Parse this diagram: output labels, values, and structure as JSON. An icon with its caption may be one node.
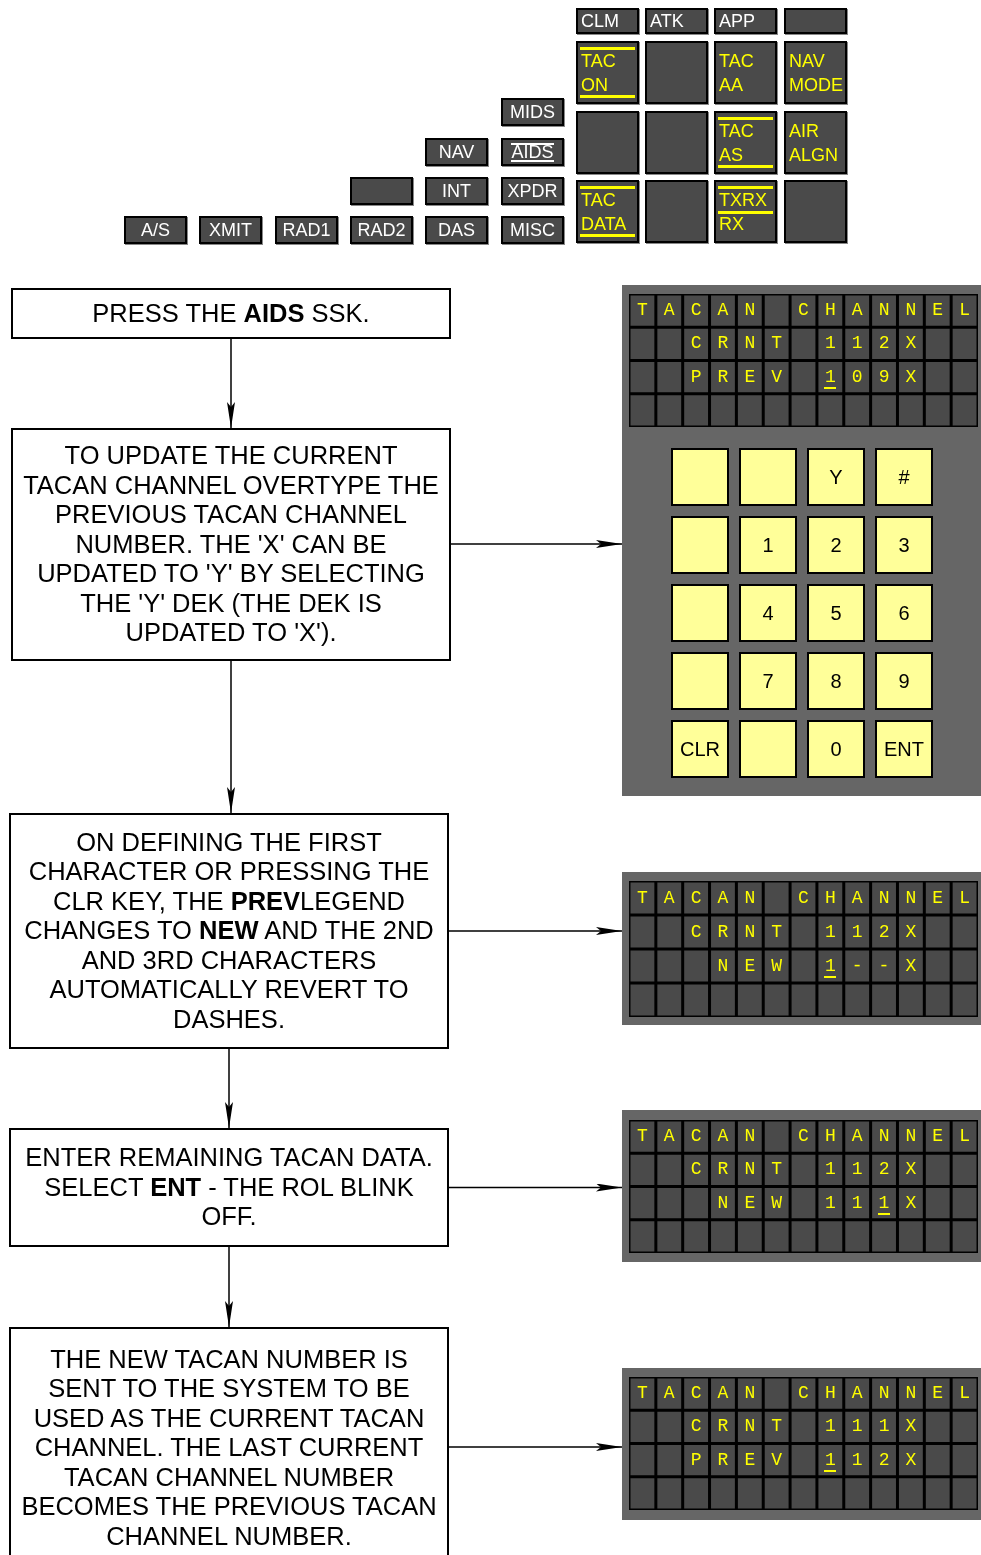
{
  "diagram": {
    "nodes": [
      {
        "text": [
          "CLM"
        ]
      },
      {
        "text": [
          "ATK"
        ]
      },
      {
        "text": [
          "APP"
        ]
      },
      {
        "text": [],
        "shape": "box"
      },
      {
        "text": [
          "TAC ON"
        ]
      },
      {
        "text": [],
        "shape": "box"
      },
      {
        "text": [
          "TAC AA"
        ]
      },
      {
        "text": [
          "NAV MODE"
        ]
      },
      {
        "text": [
          "MIDS"
        ]
      },
      {
        "text": [],
        "shape": "box"
      },
      {
        "text": [],
        "shape": "box"
      },
      {
        "text": [
          "TAC AS"
        ]
      },
      {
        "text": [
          "AIR ALGN"
        ]
      },
      {
        "text": [
          "NAV"
        ]
      },
      {
        "text": [
          "AIDS"
        ]
      },
      {
        "text": [],
        "shape": "box"
      },
      {
        "text": [
          "INT"
        ]
      },
      {
        "text": [
          "XPDR"
        ]
      },
      {
        "text": [
          "TAC DATA"
        ]
      },
      {
        "text": [],
        "shape": "box"
      },
      {
        "text": [
          "TXRX",
          "RX"
        ]
      },
      {
        "text": [],
        "shape": "box"
      },
      {
        "text": [
          "A/S"
        ]
      },
      {
        "text": [
          "XMIT"
        ]
      },
      {
        "text": [
          "RAD1"
        ]
      },
      {
        "text": [
          "RAD2"
        ]
      },
      {
        "text": [
          "DAS"
        ]
      },
      {
        "text": [
          "MISC"
        ]
      },
      {
        "text": [
          "PRESS THE **AIDS** SSK."
        ]
      },
      {
        "text": [
          "T A C A N C H A N N E L",
          "C R N T 1 1 2 X",
          "P R E V 1 0 9 X"
        ]
      },
      {
        "text": [],
        "shape": "box",
        "in": 29
      },
      {
        "text": [],
        "shape": "box",
        "in": 29
      },
      {
        "text": [
          "Y"
        ],
        "in": 29
      },
      {
        "text": [
          "#"
        ],
        "in": 29
      },
      {
        "text": [],
        "shape": "box",
        "in": 29
      },
      {
        "text": [
          "1"
        ],
        "in": 29
      },
      {
        "text": [
          "2"
        ],
        "in": 29
      },
      {
        "text": [
          "3"
        ],
        "in": 29
      },
      {
        "text": [],
        "shape": "box",
        "in": 29
      },
      {
        "text": [
          "4"
        ],
        "in": 29
      },
      {
        "text": [
          "5"
        ],
        "in": 29
      },
      {
        "text": [
          "6"
        ],
        "in": 29
      },
      {
        "text": [],
        "shape": "box",
        "in": 29
      },
      {
        "text": [
          "7"
        ],
        "in": 29
      },
      {
        "text": [
          "8"
        ],
        "in": 29
      },
      {
        "text": [
          "9"
        ],
        "in": 29
      },
      {
        "text": [
          "CLR"
        ],
        "in": 29
      },
      {
        "text": [],
        "shape": "box",
        "in": 29
      },
      {
        "text": [
          "0"
        ],
        "in": 29
      },
      {
        "text": [
          "ENT"
        ],
        "in": 29
      },
      {
        "text": [
          "TO UPDATE THE CURRENT TACAN CHANNEL OVERTYPE THE PREVIOUS TACAN CHANNEL NUMBER. THE 'X' CAN BE UPDATED TO 'Y' BY SELECTING THE 'Y' DEK (THE DEK IS UPDATED  TO 'X')."
        ]
      },
      {
        "text": [
          "ON DEFINING THE FIRST CHARACTER OR PRESSING THE CLR KEY, THE **PREV**LEGEND CHANGES TO **NEW** AND THE 2ND AND 3RD CHARACTERS AUTOMATICALLY REVERT TO DASHES."
        ]
      },
      {
        "text": [
          "T A C A N C H A N N E L",
          "C R N T 1 1 2 X",
          "N E W 1 - - X"
        ]
      },
      {
        "text": [
          "ENTER REMAINING TACAN DATA. SELECT **ENT**  - THE ROL BLINK OFF."
        ]
      },
      {
        "text": [
          "T A C A N C H A N N E L",
          "C R N T 1 1 2 X",
          "N E W 1 1 1 X"
        ]
      },
      {
        "text": [
          "THE NEW TACAN NUMBER IS SENT TO THE SYSTEM TO BE USED AS THE CURRENT TACAN CHANNEL. THE LAST CURRENT TACAN CHANNEL NUMBER BECOMES THE PREVIOUS TACAN CHANNEL NUMBER."
        ]
      },
      {
        "text": [
          "T A C A N C H A N N E L",
          "C R N T 1 1 1 X",
          "P R E V 1 1 2 X"
        ]
      }
    ],
    "edges": [
      {
        "from": 28,
        "to": 50,
        "arrow": "to"
      },
      {
        "from": 50,
        "to": 29,
        "arrow": "to"
      },
      {
        "from": 50,
        "to": 51,
        "arrow": "to"
      },
      {
        "from": 51,
        "to": 52,
        "arrow": "to"
      },
      {
        "from": 51,
        "to": 53,
        "arrow": "to"
      },
      {
        "from": 53,
        "to": 54,
        "arrow": "to"
      },
      {
        "from": 53,
        "to": 55,
        "arrow": "to"
      },
      {
        "from": 55,
        "to": 56,
        "arrow": "to"
      }
    ]
  }
}
